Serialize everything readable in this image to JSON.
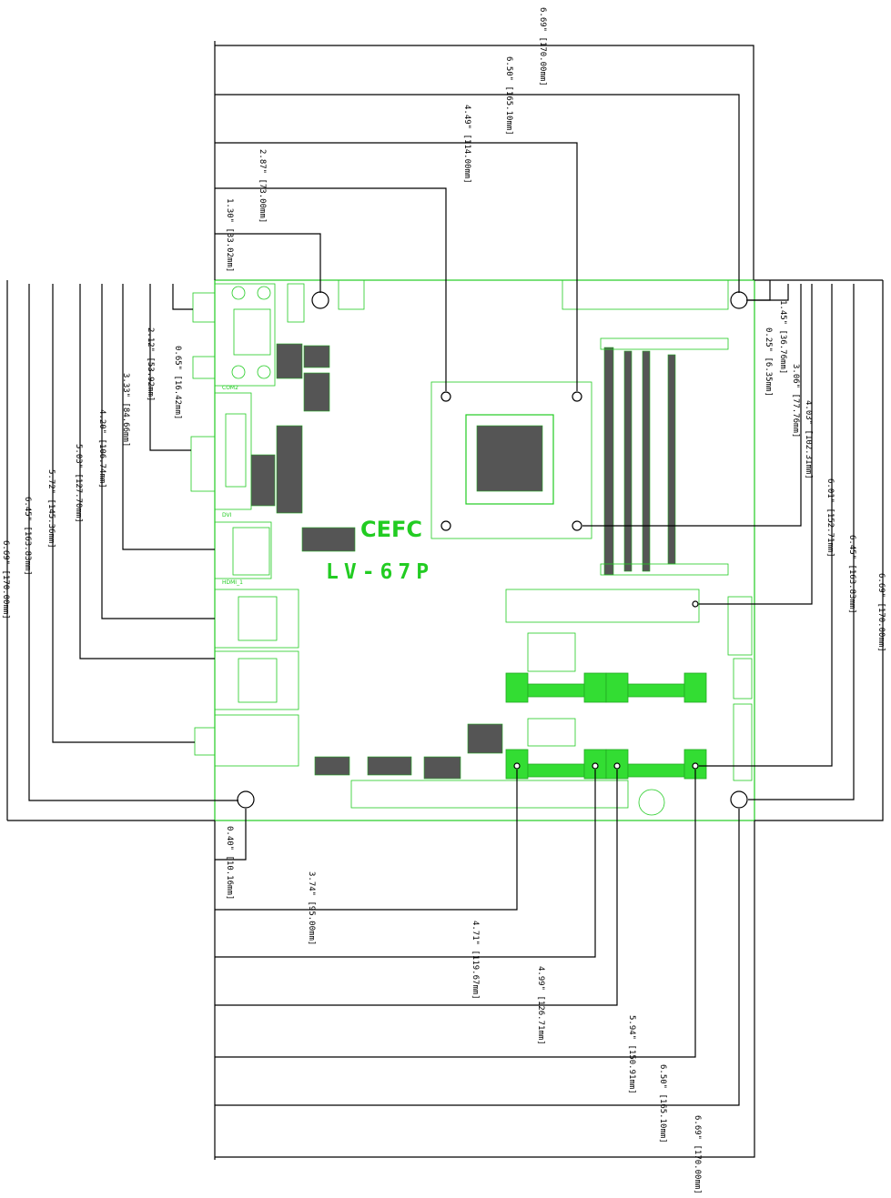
{
  "board": {
    "model": "LV-67P",
    "cert_marks": "CEFC",
    "silk_labels": [
      "COM2",
      "DVI",
      "HDMI_1"
    ]
  },
  "dimensions": {
    "top": [
      {
        "label": "6.69\" [170.00mm]"
      },
      {
        "label": "6.50\" [165.10mm]"
      },
      {
        "label": "4.49\" [114.00mm]"
      },
      {
        "label": "2.87\" [73.00mm]"
      },
      {
        "label": "1.30\" [33.02mm]"
      }
    ],
    "left": [
      {
        "label": "0.65\" [16.42mm]"
      },
      {
        "label": "2.12\" [53.92mm]"
      },
      {
        "label": "3.33\" [84.66mm]"
      },
      {
        "label": "4.20\" [106.74mm]"
      },
      {
        "label": "5.03\" [127.70mm]"
      },
      {
        "label": "5.72\" [145.36mm]"
      },
      {
        "label": "6.45\" [163.83mm]"
      },
      {
        "label": "6.69\" [170.00mm]"
      }
    ],
    "right": [
      {
        "label": "0.25\" [6.35mm]"
      },
      {
        "label": "1.45\" [36.76mm]"
      },
      {
        "label": "3.06\" [77.76mm]"
      },
      {
        "label": "4.03\" [102.31mm]"
      },
      {
        "label": "6.01\" [152.71mm]"
      },
      {
        "label": "6.45\" [163.83mm]"
      },
      {
        "label": "6.69\" [170.00mm]"
      }
    ],
    "bottom": [
      {
        "label": "0.40\" [10.16mm]"
      },
      {
        "label": "3.74\" [95.00mm]"
      },
      {
        "label": "4.71\" [119.67mm]"
      },
      {
        "label": "4.99\" [126.71mm]"
      },
      {
        "label": "5.94\" [150.91mm]"
      },
      {
        "label": "6.50\" [165.10mm]"
      },
      {
        "label": "6.69\" [170.00mm]"
      }
    ]
  }
}
